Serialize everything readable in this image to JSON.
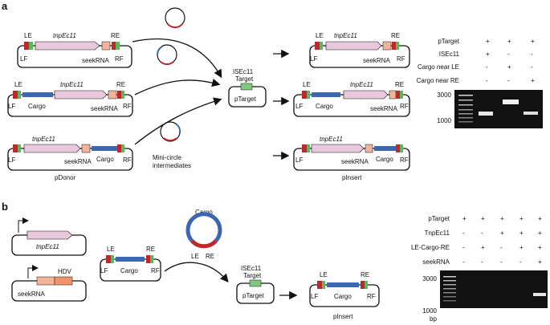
{
  "panel_a": {
    "label": "a",
    "constructs": {
      "LE": "LE",
      "RE": "RE",
      "LF": "LF",
      "RF": "RF",
      "tnp": "tnpEc11",
      "seek": "seekRNA",
      "cargo": "Cargo"
    },
    "donor_name": "pDonor",
    "insert_name": "pInsert",
    "minicircle_label": [
      "Mini-circle",
      "intermediates"
    ],
    "target_label": [
      "ISEc11",
      "Target"
    ],
    "target_name": "pTarget",
    "gel": {
      "rows": [
        {
          "label": "pTarget",
          "marks": [
            "+",
            "+",
            "+"
          ]
        },
        {
          "label": "ISEc11",
          "marks": [
            "+",
            "-",
            "-"
          ]
        },
        {
          "label": "Cargo near LE",
          "marks": [
            "-",
            "+",
            "-"
          ]
        },
        {
          "label": "Cargo near RE",
          "marks": [
            "-",
            "-",
            "+"
          ]
        }
      ],
      "ladder": [
        "3000",
        "1000"
      ]
    }
  },
  "panel_b": {
    "label": "b",
    "tnp": "tnpEc11",
    "seek": "seekRNA",
    "hdv": "HDV",
    "cargo_ring_label": "Cargo",
    "cargo": "Cargo",
    "LE": "LE",
    "RE": "RE",
    "LF": "LF",
    "RF": "RF",
    "target_label": [
      "ISEc11",
      "Target"
    ],
    "target_name": "pTarget",
    "insert_name": "pInsert",
    "gel": {
      "rows": [
        {
          "label": "pTarget",
          "marks": [
            "+",
            "+",
            "+",
            "+",
            "+"
          ]
        },
        {
          "label": "TnpEc11",
          "marks": [
            "-",
            "-",
            "+",
            "+",
            "+"
          ]
        },
        {
          "label": "LE-Cargo-RE",
          "marks": [
            "-",
            "+",
            "-",
            "+",
            "+"
          ]
        },
        {
          "label": "seekRNA",
          "marks": [
            "-",
            "-",
            "-",
            "-",
            "+"
          ]
        }
      ],
      "ladder": [
        "3000",
        "1000"
      ],
      "unit": "bp"
    }
  },
  "colors": {
    "tnp": "#e8c9dc",
    "seek_box": "#f2b59b",
    "cargo": "#3b67b0",
    "LE_red": "#c0272d",
    "RF_green": "#5cb85c",
    "target_green": "#7fc97f",
    "gel_bg": "#111111",
    "hdv": "#f0926b"
  }
}
